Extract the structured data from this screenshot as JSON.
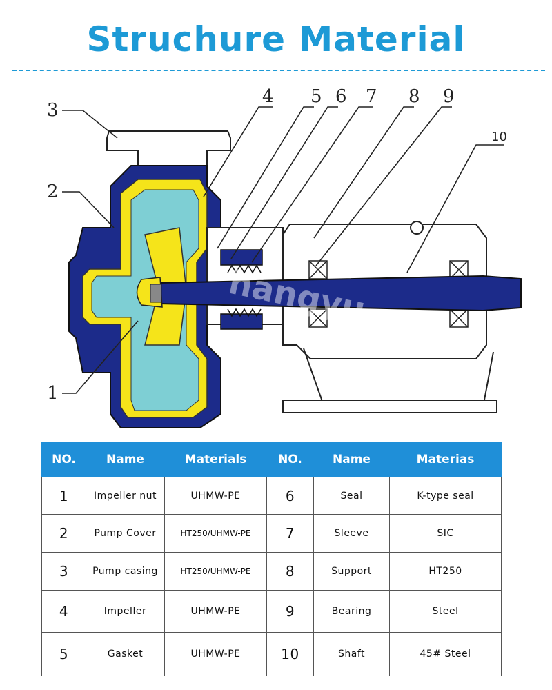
{
  "title": "Struchure Material",
  "watermark": "hangyu",
  "colors": {
    "title": "#1d9ad6",
    "header_bg": "#1f8fd8",
    "body_dark": "#1c2b8a",
    "liner_yellow": "#f5e41a",
    "fluid_cyan": "#7ecfd4"
  },
  "callouts": [
    "1",
    "2",
    "3",
    "4",
    "5",
    "6",
    "7",
    "8",
    "9",
    "10"
  ],
  "table": {
    "headers": [
      "NO.",
      "Name",
      "Materials",
      "NO.",
      "Name",
      "Materias"
    ],
    "rows": [
      [
        "1",
        "Impeller nut",
        "UHMW-PE",
        "6",
        "Seal",
        "K-type seal"
      ],
      [
        "2",
        "Pump Cover",
        "HT250/UHMW-PE",
        "7",
        "Sleeve",
        "SIC"
      ],
      [
        "3",
        "Pump casing",
        "HT250/UHMW-PE",
        "8",
        "Support",
        "HT250"
      ],
      [
        "4",
        "Impeller",
        "UHMW-PE",
        "9",
        "Bearing",
        "Steel"
      ],
      [
        "5",
        "Gasket",
        "UHMW-PE",
        "10",
        "Shaft",
        "45# Steel"
      ]
    ]
  }
}
